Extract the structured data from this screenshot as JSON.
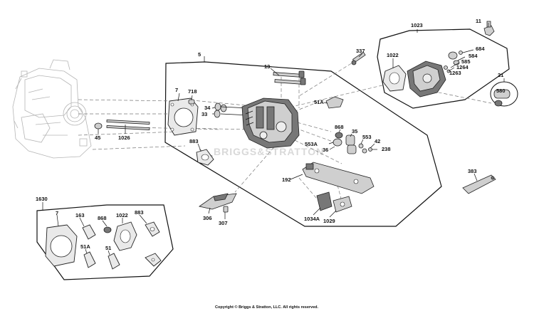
{
  "diagram": {
    "labels": {
      "l5": "5",
      "l1023": "1023",
      "l1630": "1630",
      "l11": "11",
      "l337": "337",
      "l1022a": "1022",
      "l684": "684",
      "l584": "584",
      "l585": "585",
      "l1264": "1264",
      "l1263": "1263",
      "l21": "21",
      "l580": "580",
      "l13": "13",
      "l7a": "7",
      "l718": "718",
      "l34": "34",
      "l33": "33",
      "l51A_a": "51A",
      "l45": "45",
      "l1026": "1026",
      "l883a": "883",
      "l868a": "868",
      "l35": "35",
      "l553": "553",
      "l553A": "553A",
      "l42": "42",
      "l36": "36",
      "l238": "238",
      "l192": "192",
      "l383": "383",
      "l306": "306",
      "l307": "307",
      "l1034A": "1034A",
      "l1029": "1029",
      "l7b": "7",
      "l163": "163",
      "l868b": "868",
      "l1022b": "1022",
      "l883b": "883",
      "l51A_b": "51A",
      "l51": "51"
    },
    "watermark": "BRIGGS&STRATTON",
    "copyright": "Copyright © Briggs & Stratton, LLC. All rights reserved."
  }
}
